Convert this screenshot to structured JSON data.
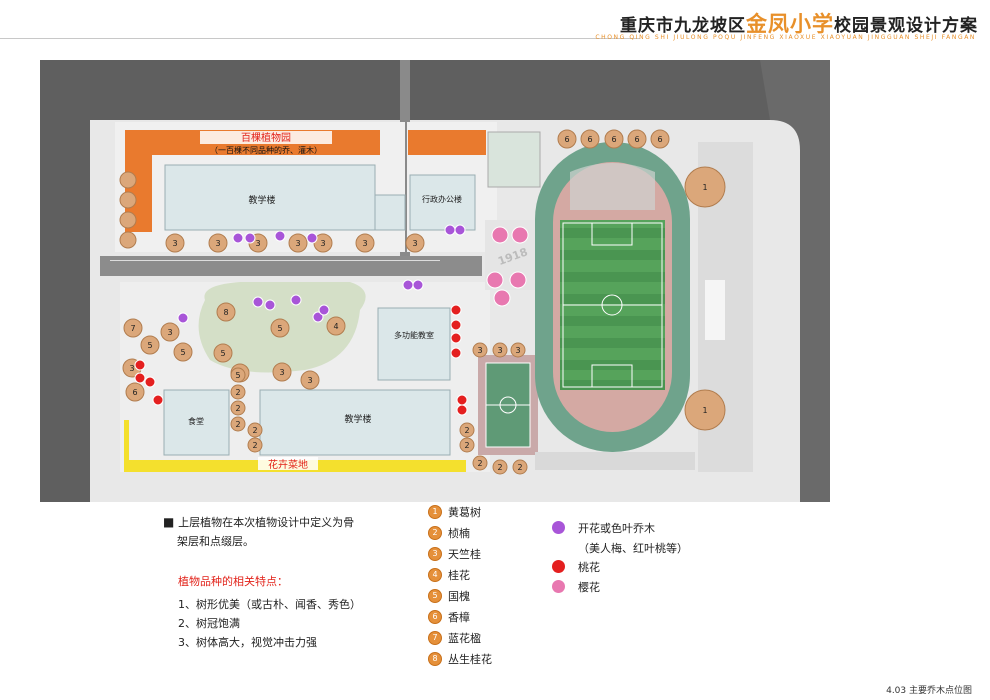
{
  "header": {
    "title_pre": "重庆市九龙坡区",
    "title_hl": "金凤小学",
    "title_post": "校园景观设计方案",
    "subtitle": "CHONG QING SHI JIULONG POQU JINFENG XIAOXUE XIAOYUAN JINGGUAN SHEJI FANGAN"
  },
  "plan": {
    "labels": {
      "garden": "百棵植物园",
      "garden_sub": "（一百棵不同品种的乔、灌木）",
      "teach_n": "教学楼",
      "admin": "行政办公楼",
      "multi": "多功能教室",
      "canteen": "食堂",
      "teach_s": "教学楼",
      "veg": "花卉菜地",
      "year": "1918"
    }
  },
  "legend": {
    "intro_1": "上层植物在本次植物设计中定义为骨",
    "intro_2": "架层和点缀层。",
    "features_title": "植物品种的相关特点：",
    "features": [
      "1、树形优美（或古朴、闻香、秀色）",
      "2、树冠饱满",
      "3、树体高大，视觉冲击力强"
    ],
    "species": [
      {
        "num": "1",
        "name": "黄葛树"
      },
      {
        "num": "2",
        "name": "桢楠"
      },
      {
        "num": "3",
        "name": "天竺桂"
      },
      {
        "num": "4",
        "name": "桂花"
      },
      {
        "num": "5",
        "name": "国槐"
      },
      {
        "num": "6",
        "name": "香樟"
      },
      {
        "num": "7",
        "name": "蓝花楹"
      },
      {
        "num": "8",
        "name": "丛生桂花"
      }
    ],
    "dots": [
      {
        "name": "开花或色叶乔木",
        "name2": "（美人梅、红叶桃等）",
        "color": "#a855d8"
      },
      {
        "name": "桃花",
        "color": "#e41f1f"
      },
      {
        "name": "樱花",
        "color": "#e878b0"
      }
    ]
  },
  "page": {
    "label": "4.03  主要乔木点位图"
  },
  "colors": {
    "tree": "#dba77a",
    "tree_stroke": "#b17d4f",
    "flower": "#a855d8",
    "peach": "#e41f1f",
    "cherry": "#e878b0",
    "orange_zone": "#e97a2e",
    "yellow_zone": "#f4e02d"
  }
}
